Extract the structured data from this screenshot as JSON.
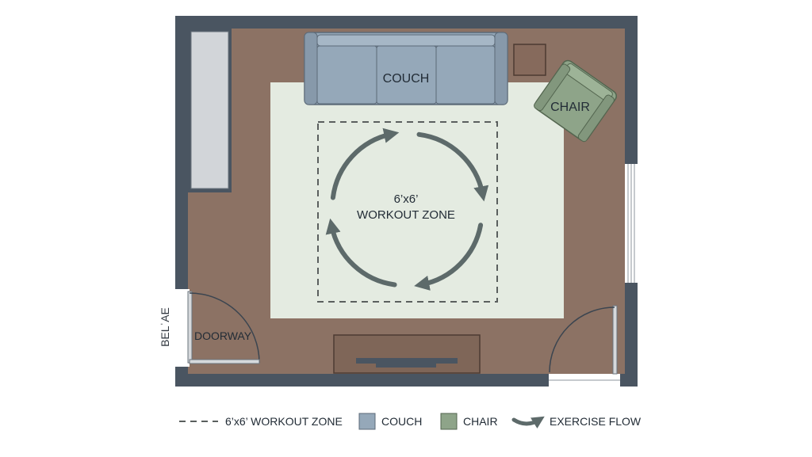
{
  "floorplan": {
    "labels": {
      "couch": "COUCH",
      "chair": "CHAIR",
      "zone_line1": "6’x6’",
      "zone_line2": "WORKOUT ZONE",
      "doorway": "DOORWAY",
      "side_text": "BELˈAE"
    }
  },
  "legend": {
    "zone": "6’x6’ WORKOUT ZONE",
    "couch": "COUCH",
    "chair": "CHAIR",
    "flow": "EXERCISE FLOW"
  },
  "colors": {
    "wall": "#4a5561",
    "floor": "#8c7264",
    "rug": "#e4ebe1",
    "couch": "#95a8b9",
    "chair": "#8ea489",
    "flow": "#5d6a6a",
    "built_in": "#d2d5d9",
    "door_panel": "#d6d9dc",
    "tv_stand": "#7f6658",
    "side_table": "#866a5c"
  }
}
